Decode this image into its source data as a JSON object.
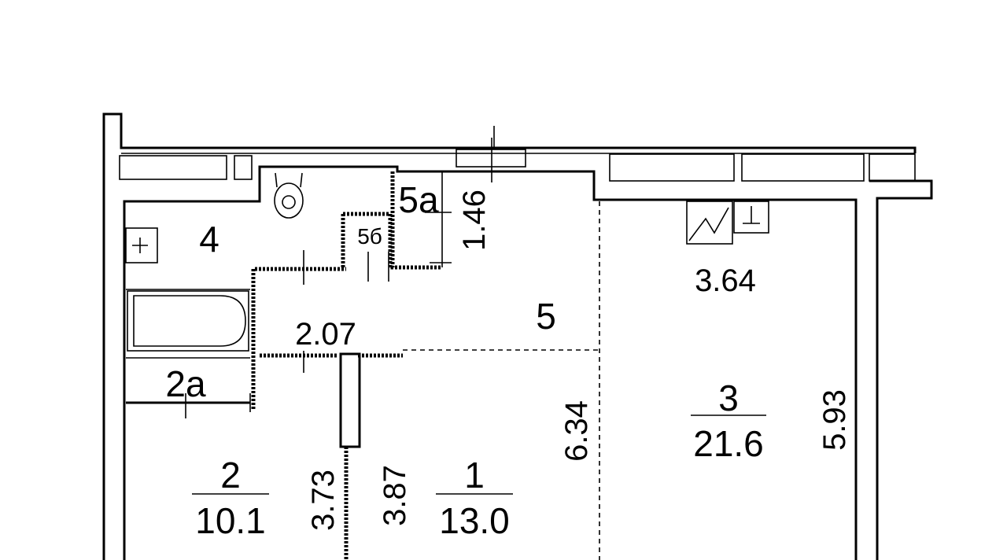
{
  "rooms": {
    "r1": {
      "number": "1",
      "area": "13.0"
    },
    "r2": {
      "number": "2",
      "area": "10.1"
    },
    "r2a": {
      "number": "2a"
    },
    "r3": {
      "number": "3",
      "area": "21.6"
    },
    "r4": {
      "number": "4"
    },
    "r5": {
      "number": "5"
    },
    "r5a": {
      "number": "5a"
    },
    "r5b": {
      "number": "5б"
    }
  },
  "dimensions": {
    "d146": "1.46",
    "d207": "2.07",
    "d364": "3.64",
    "d373": "3.73",
    "d387": "3.87",
    "d593": "5.93",
    "d634": "6.34"
  },
  "fixtures": [
    "toilet-icon",
    "bathtub-icon",
    "stove-icon",
    "radiator-icon",
    "electrical-outlet-icon"
  ]
}
